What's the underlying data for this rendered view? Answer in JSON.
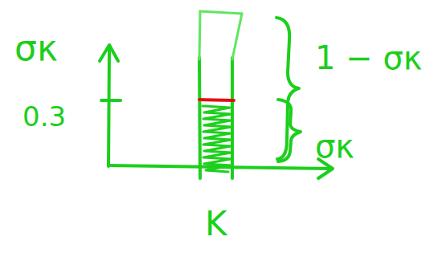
{
  "diagram": {
    "labels": [
      "σκ",
      "0.3",
      "1 − σκ",
      "σκ",
      "K"
    ]
  }
}
